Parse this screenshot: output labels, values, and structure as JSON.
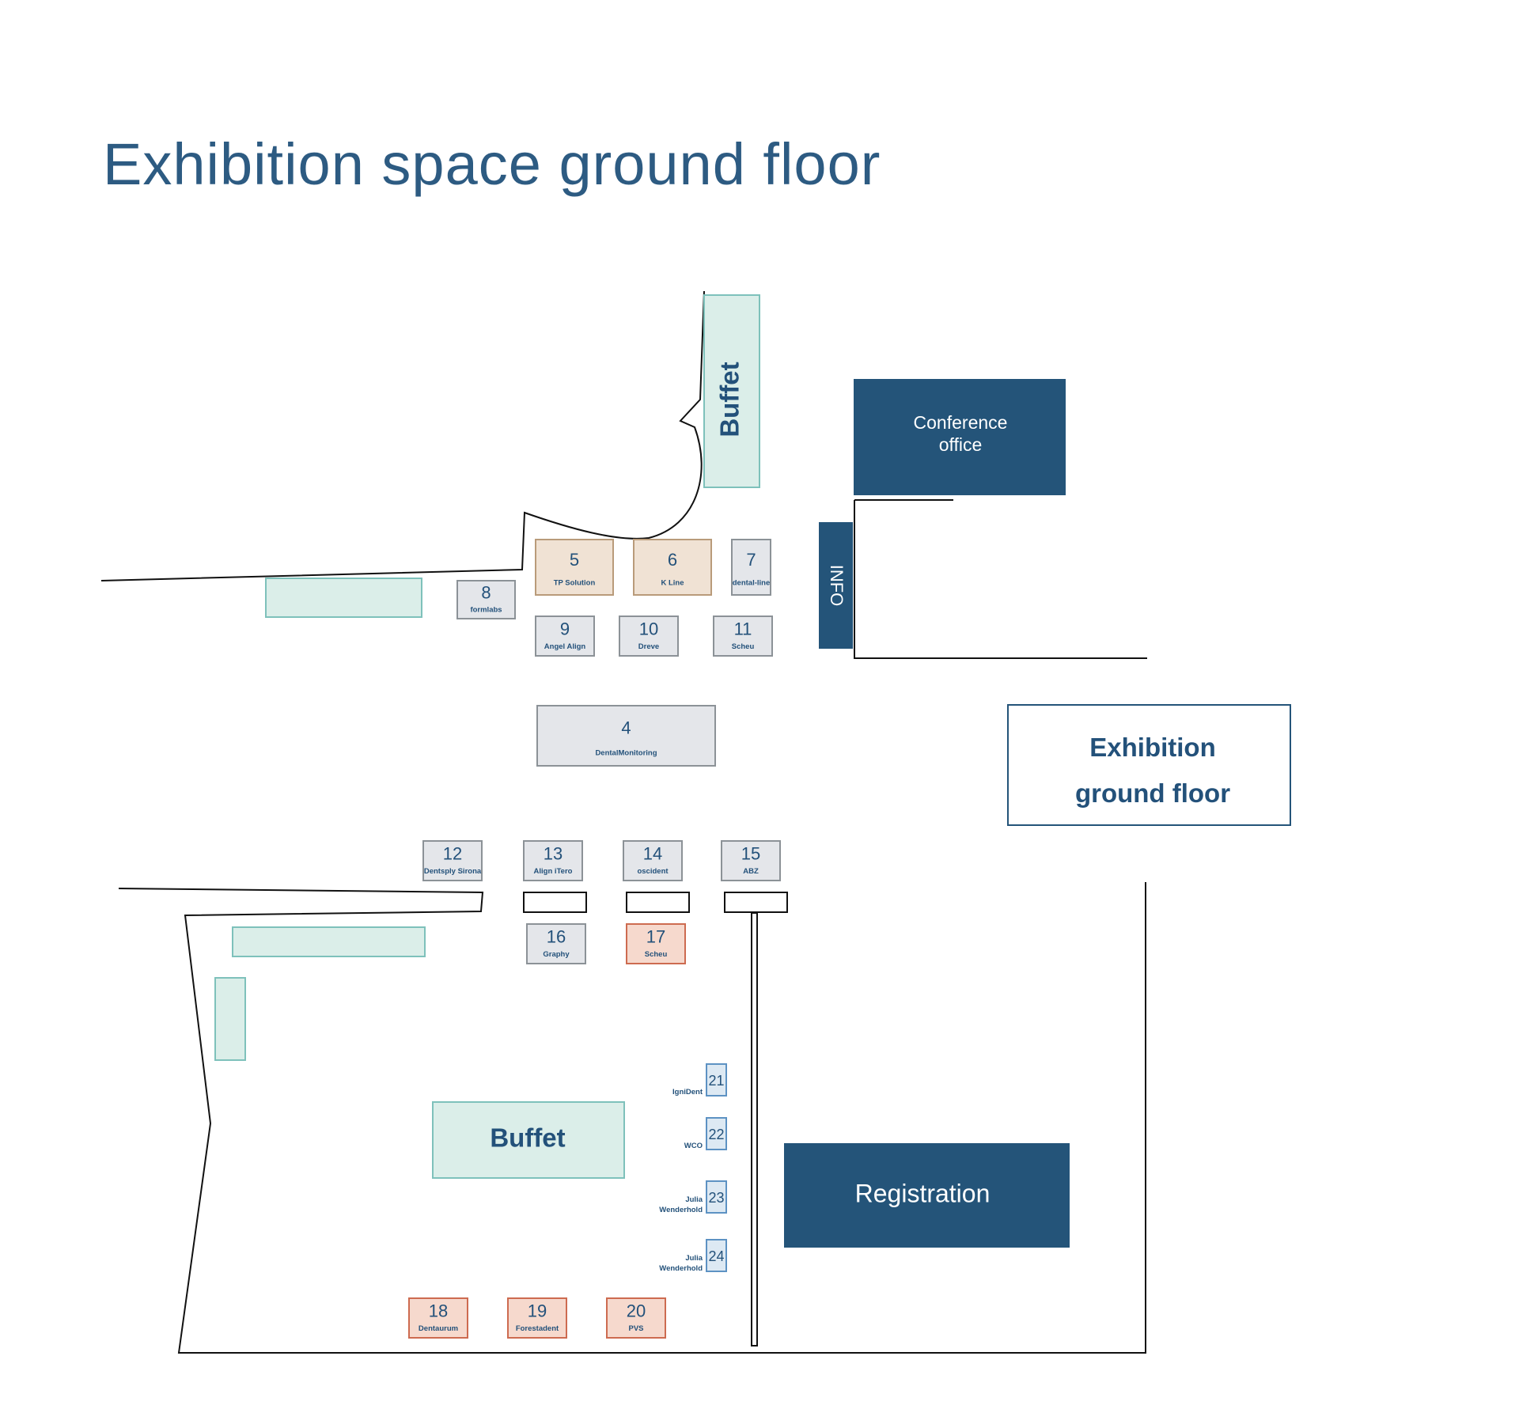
{
  "title": "Exhibition space ground floor",
  "colors": {
    "navy": "#245479",
    "text": "#23517a",
    "buffet_fill": "#dbeee9",
    "buffet_stroke": "#7ec1bb",
    "booth_grey_fill": "#e4e6ea",
    "booth_grey_stroke": "#8c9297",
    "booth_tan_fill": "#f0e2d4",
    "booth_tan_stroke": "#b99b7a",
    "booth_red_fill": "#f6d9cd",
    "booth_red_stroke": "#cd6b50",
    "booth_blue_fill": "#dde9f3",
    "booth_blue_stroke": "#5d92c3",
    "walls": "#111111"
  },
  "areas": {
    "buffet_top": "Buffet",
    "buffet_bottom": "Buffet",
    "conference_office": [
      "Conference",
      "office"
    ],
    "info": "INFO",
    "registration": "Registration",
    "exhibition_label": [
      "Exhibition",
      "ground floor"
    ]
  },
  "booths": [
    {
      "number": "4",
      "name": "DentalMonitoring"
    },
    {
      "number": "5",
      "name": "TP Solution"
    },
    {
      "number": "6",
      "name": "K Line"
    },
    {
      "number": "7",
      "name": "dental-line"
    },
    {
      "number": "8",
      "name": "formlabs"
    },
    {
      "number": "9",
      "name": "Angel Align"
    },
    {
      "number": "10",
      "name": "Dreve"
    },
    {
      "number": "11",
      "name": "Scheu"
    },
    {
      "number": "12",
      "name": "Dentsply Sirona"
    },
    {
      "number": "13",
      "name": "Align iTero"
    },
    {
      "number": "14",
      "name": "oscident"
    },
    {
      "number": "15",
      "name": "ABZ"
    },
    {
      "number": "16",
      "name": "Graphy"
    },
    {
      "number": "17",
      "name": "Scheu"
    },
    {
      "number": "18",
      "name": "Dentaurum"
    },
    {
      "number": "19",
      "name": "Forestadent"
    },
    {
      "number": "20",
      "name": "PVS"
    },
    {
      "number": "21",
      "name": "IgniDent"
    },
    {
      "number": "22",
      "name": "WCO"
    },
    {
      "number": "23",
      "name": "Julia Wenderhold"
    },
    {
      "number": "24",
      "name": "Julia Wenderhold"
    }
  ]
}
